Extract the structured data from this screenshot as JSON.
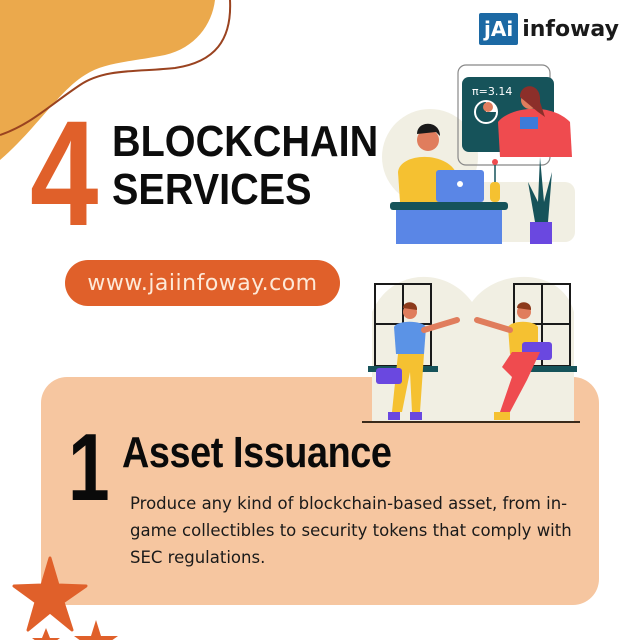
{
  "brand": {
    "logo_mark": "jAi",
    "logo_text": "infoway",
    "logo_color": "#1c69a4"
  },
  "header": {
    "count": "4",
    "title_line1": "BLOCKCHAIN",
    "title_line2": "SERVICES",
    "accent_color": "#e0602a"
  },
  "website": {
    "url": "www.jaiinfoway.com"
  },
  "service": {
    "number": "1",
    "title": "Asset Issuance",
    "description": "Produce any kind of blockchain-based asset, from in-game collectibles to security tokens that comply with SEC regulations.",
    "card_color": "#f6c6a0"
  },
  "illustrations": {
    "top": {
      "icon": "online-classroom-illustration",
      "board_text": "π=3.14"
    },
    "middle": {
      "icon": "two-people-greeting-illustration"
    }
  },
  "decorations": {
    "corner_blob_color": "#eba94c",
    "stars_color": "#e0602a"
  }
}
